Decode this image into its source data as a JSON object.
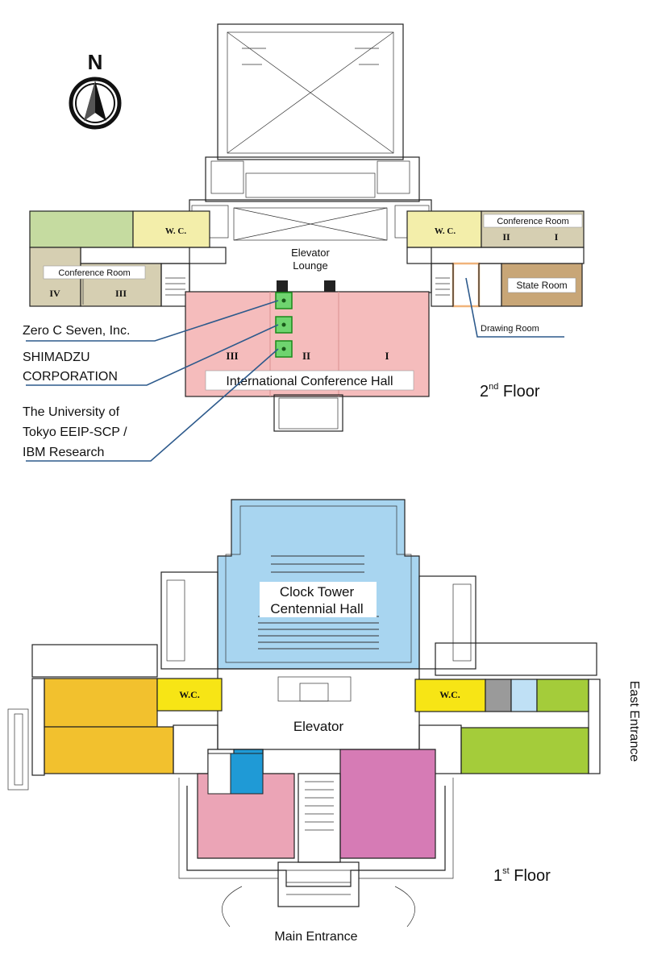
{
  "compass": {
    "letter": "N",
    "icon": "north-arrow-icon"
  },
  "floor2": {
    "floor_label": "2",
    "floor_suffix": "nd",
    "floor_word": " Floor",
    "rooms": {
      "elevator_lounge_line1": "Elevator",
      "elevator_lounge_line2": "Lounge",
      "conf_room_west": "Conference Room",
      "conf_room_east": "Conference Room",
      "state_room": "State Room",
      "drawing_room": "Drawing Room",
      "intl_conf_hall": "International Conference Hall",
      "wc_west": "W. C.",
      "wc_east": "W. C."
    },
    "roman": {
      "west_iv": "IV",
      "west_iii": "III",
      "east_ii": "II",
      "east_i": "I",
      "hall_iii": "III",
      "hall_ii": "II",
      "hall_i": "I"
    },
    "exhibitors": [
      {
        "line1": "Zero C Seven, Inc.",
        "line2": "",
        "line3": ""
      },
      {
        "line1": "SHIMADZU",
        "line2": "CORPORATION",
        "line3": ""
      },
      {
        "line1": "The University of",
        "line2": "Tokyo EEIP-SCP /",
        "line3": "IBM Research"
      }
    ]
  },
  "floor1": {
    "floor_label": "1",
    "floor_suffix": "st",
    "floor_word": " Floor",
    "rooms": {
      "clock_tower_line1": "Clock Tower",
      "clock_tower_line2": "Centennial Hall",
      "elevator": "Elevator",
      "wc_west": "W.C.",
      "wc_east": "W.C."
    },
    "main_entrance": "Main Entrance",
    "east_entrance": "East Entrance"
  },
  "colors": {
    "conference_green": "#c5dba0",
    "conference_tan": "#d6cfb2",
    "wc_yellow": "#f3eeaa",
    "state_room_brown": "#c8a677",
    "drawing_room_outline": "#f0b37a",
    "intl_hall_pink": "#f5bcbc",
    "booth_green": "#6fd46f",
    "leader_blue": "#2d5a8c",
    "clock_hall_blue": "#a8d5f0",
    "west_wing_orange": "#f2c12e",
    "wc_bright_yellow": "#f7e515",
    "east_wing_green": "#a4cc3a",
    "pink_room": "#eba4b6",
    "magenta_room": "#d67bb5",
    "blue_room": "#1f9ad6",
    "grey_room": "#9a9a9a",
    "light_blue_room": "#bfe0f5"
  }
}
